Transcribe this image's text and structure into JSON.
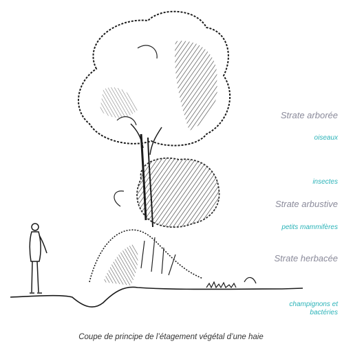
{
  "labels": {
    "strate_arboree": "Strate arborée",
    "oiseaux": "oiseaux",
    "insectes": "insectes",
    "strate_arbustive": "Strate arbustive",
    "petits_mammiferes": "petits mammifères",
    "strate_herbacee": "Strate herbacée",
    "champignons_line1": "champignons et",
    "champignons_line2": "bactéries"
  },
  "caption": "Coupe de principe de l’étagement végétal d’une haie",
  "colors": {
    "strata_label": "#8a8a9a",
    "fauna_label": "#2bb3b8",
    "ink": "#1a1a1a"
  }
}
